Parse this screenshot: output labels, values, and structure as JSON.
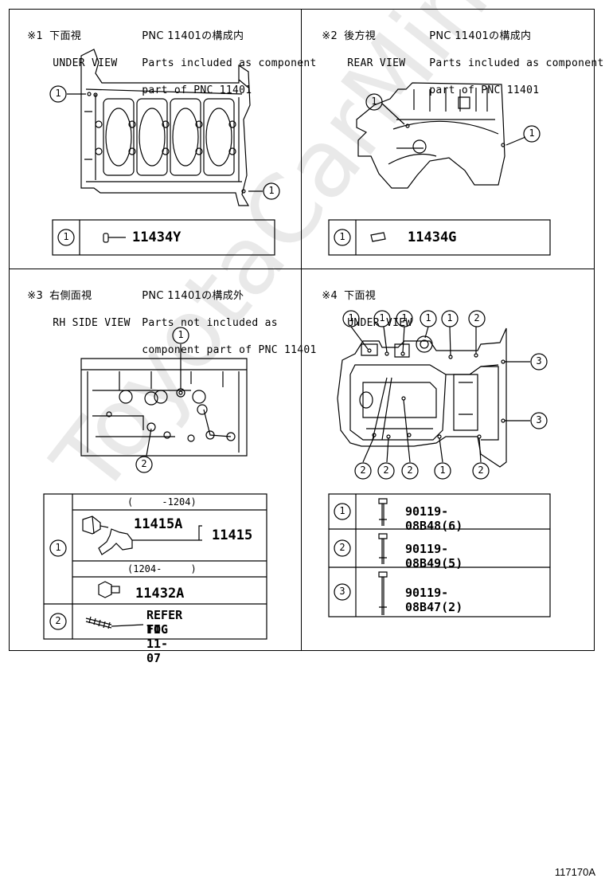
{
  "figure_number": "117170A",
  "watermark": "ToyotaCarMine.ru",
  "panels": [
    {
      "mark": "※1",
      "title_jp": "下面視",
      "title_en": "UNDER VIEW",
      "note_lines": [
        "PNC 11401の構成内",
        "Parts included as component",
        "part of PNC 11401"
      ],
      "callout": "1",
      "parts": [
        {
          "num": "1",
          "part_no": "11434Y"
        }
      ]
    },
    {
      "mark": "※2",
      "title_jp": "後方視",
      "title_en": "REAR VIEW",
      "note_lines": [
        "PNC 11401の構成内",
        "Parts included as component",
        "part of PNC 11401"
      ],
      "callout": "1",
      "parts": [
        {
          "num": "1",
          "part_no": "11434G"
        }
      ]
    },
    {
      "mark": "※3",
      "title_jp": "右側面視",
      "title_en": "RH SIDE VIEW",
      "note_lines": [
        "PNC 11401の構成外",
        "Parts not included as",
        "component part of PNC 11401"
      ],
      "callouts": [
        "1",
        "2"
      ],
      "range1": "(     -1204)",
      "range2": "(1204-     )",
      "part_a": "11415A",
      "part_group": "11415",
      "part_b": "11432A",
      "ref_num": "2",
      "ref_line1": "REFER TO",
      "ref_line2": "FIG 11-07",
      "row_num": "1"
    },
    {
      "mark": "※4",
      "title_jp": "下面視",
      "title_en": "UNDER VIEW",
      "callouts": [
        "1",
        "2",
        "3"
      ],
      "parts": [
        {
          "num": "1",
          "part_no": "90119-08B48(6)"
        },
        {
          "num": "2",
          "part_no": "90119-08B49(5)"
        },
        {
          "num": "3",
          "part_no": "90119-08B47(2)"
        }
      ]
    }
  ]
}
